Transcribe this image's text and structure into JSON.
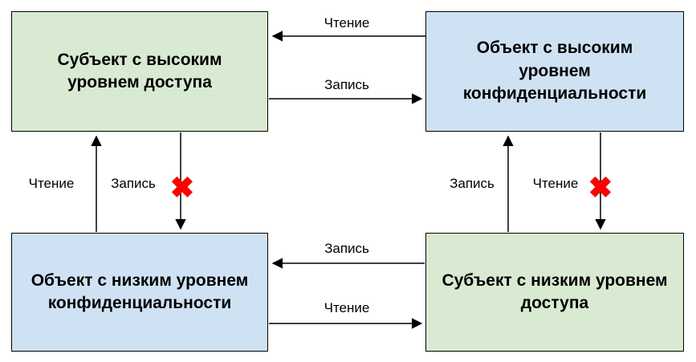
{
  "diagram": {
    "boxes": {
      "subject_high": {
        "label": "Субъект с высоким\nуровнем доступа",
        "fill": "#d9ead3"
      },
      "object_high": {
        "label": "Объект с высоким\nуровнем\nконфиденциальности",
        "fill": "#cfe2f3"
      },
      "object_low": {
        "label": "Объект с низким уровнем\nконфиденциальности",
        "fill": "#cfe2f3"
      },
      "subject_low": {
        "label": "Субъект с низким уровнем\nдоступа",
        "fill": "#d9ead3"
      }
    },
    "arrows": {
      "top_read": {
        "label": "Чтение",
        "from": "object_high",
        "to": "subject_high",
        "blocked": false
      },
      "top_write": {
        "label": "Запись",
        "from": "subject_high",
        "to": "object_high",
        "blocked": false
      },
      "left_read_up": {
        "label": "Чтение",
        "from": "object_low",
        "to": "subject_high",
        "blocked": false
      },
      "left_write_down": {
        "label": "Запись",
        "from": "subject_high",
        "to": "object_low",
        "blocked": true
      },
      "right_write_up": {
        "label": "Запись",
        "from": "subject_low",
        "to": "object_high",
        "blocked": false
      },
      "right_read_down": {
        "label": "Чтение",
        "from": "object_high",
        "to": "subject_low",
        "blocked": true
      },
      "bottom_write": {
        "label": "Запись",
        "from": "subject_low",
        "to": "object_low",
        "blocked": false
      },
      "bottom_read": {
        "label": "Чтение",
        "from": "object_low",
        "to": "subject_low",
        "blocked": false
      }
    },
    "blocked_icon": "✖",
    "colors": {
      "subject_box_green": "#d9ead3",
      "object_box_blue": "#cfe2f3",
      "border": "#000000",
      "arrow": "#000000",
      "blocked_cross": "#ff0000",
      "background": "#ffffff"
    }
  }
}
